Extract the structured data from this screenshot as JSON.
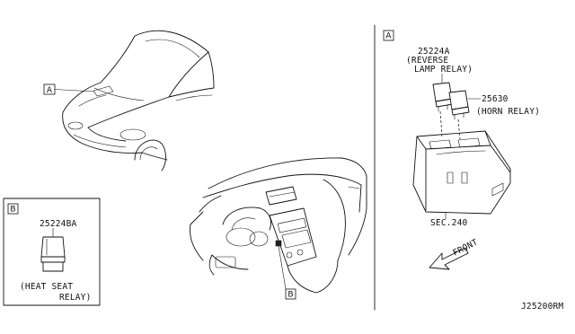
{
  "views": {
    "car": {
      "callout": "A"
    },
    "inset_b": {
      "callout": "B",
      "part_number": "25224BA",
      "relay_name_line1": "(HEAT SEAT",
      "relay_name_line2": "RELAY)"
    },
    "dashboard": {
      "callout": "B"
    },
    "detail_a": {
      "callout": "A",
      "reverse_relay": {
        "part_number": "25224A",
        "name_line1": "(REVERSE",
        "name_line2": "LAMP RELAY)"
      },
      "horn_relay": {
        "part_number": "25630",
        "name": "(HORN RELAY)"
      },
      "fuse_block_ref": "SEC.240",
      "direction_label": "FRONT"
    }
  },
  "diagram_code": "J25200RM"
}
